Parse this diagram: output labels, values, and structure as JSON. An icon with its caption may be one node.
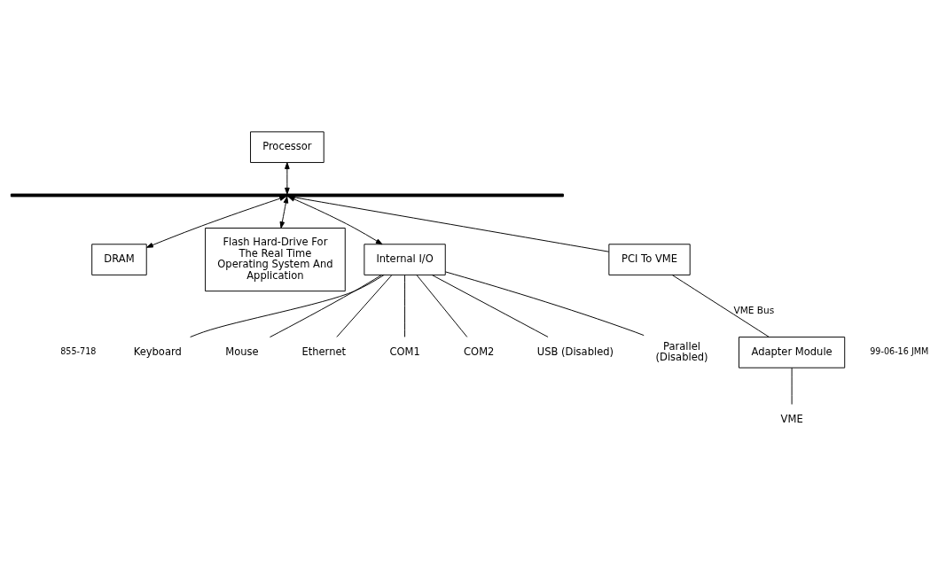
{
  "diagram": {
    "nodes": [
      {
        "text": [
          "Processor"
        ]
      },
      {
        "text": [],
        "shape": "bar"
      },
      {
        "text": [
          "DRAM"
        ]
      },
      {
        "text": [
          "Flash Hard-Drive For The Real Time Operating System And Application"
        ]
      },
      {
        "text": [
          "Internal I/O"
        ]
      },
      {
        "text": [
          "PCI To VME"
        ]
      },
      {
        "text": [
          "Adapter Module"
        ]
      },
      {
        "text": [
          "Keyboard"
        ]
      },
      {
        "text": [
          "Mouse"
        ]
      },
      {
        "text": [
          "Ethernet"
        ]
      },
      {
        "text": [
          "COM1"
        ]
      },
      {
        "text": [
          "COM2"
        ]
      },
      {
        "text": [
          "USB (Disabled)"
        ]
      },
      {
        "text": [
          "Parallel (Disabled)"
        ]
      },
      {
        "text": [
          "VME"
        ]
      }
    ],
    "edges": [
      {
        "from": 0,
        "to": 1,
        "arrow": "both"
      },
      {
        "from": 1,
        "to": 2,
        "arrow": "both"
      },
      {
        "from": 1,
        "to": 3,
        "arrow": "both"
      },
      {
        "from": 1,
        "to": 4,
        "arrow": "both"
      },
      {
        "from": 1,
        "to": 5,
        "arrow": "none"
      },
      {
        "from": 5,
        "to": 6,
        "arrow": "none",
        "label": "VME Bus"
      },
      {
        "from": 4,
        "to": 7,
        "arrow": "none"
      },
      {
        "from": 4,
        "to": 8,
        "arrow": "none"
      },
      {
        "from": 4,
        "to": 9,
        "arrow": "none"
      },
      {
        "from": 4,
        "to": 10,
        "arrow": "none"
      },
      {
        "from": 4,
        "to": 11,
        "arrow": "none"
      },
      {
        "from": 4,
        "to": 12,
        "arrow": "none"
      },
      {
        "from": 4,
        "to": 13,
        "arrow": "none"
      },
      {
        "from": 6,
        "to": 14,
        "arrow": "none"
      }
    ],
    "labels": [
      "855-718",
      "99-06-16 JMM"
    ]
  }
}
